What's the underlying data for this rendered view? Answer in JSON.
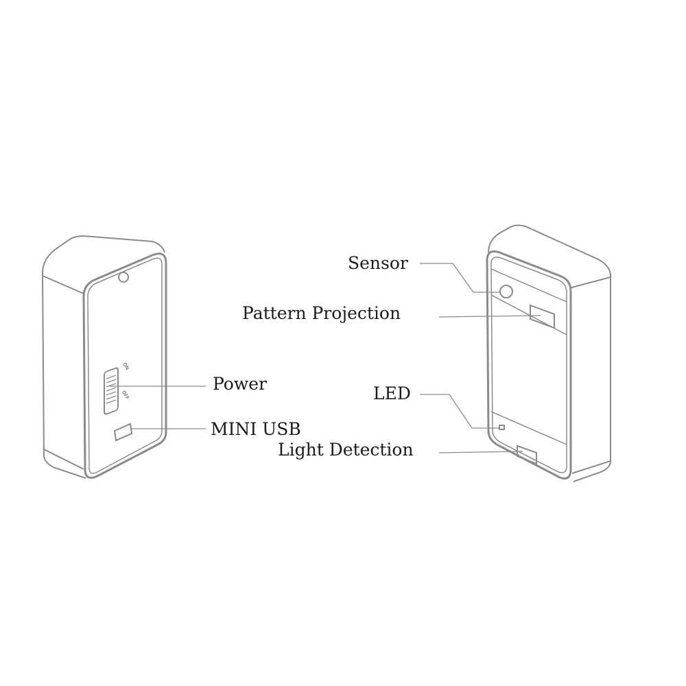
{
  "labels": {
    "sensor": "Sensor",
    "pattern_projection": "Pattern Projection",
    "led": "LED",
    "light_detection": "Light Detection",
    "power": "Power",
    "mini_usb": "MINI USB"
  },
  "switch_labels": {
    "on": "ON",
    "off": "OFF"
  },
  "colors": {
    "line": "#777777",
    "text": "#1a1a1a"
  }
}
